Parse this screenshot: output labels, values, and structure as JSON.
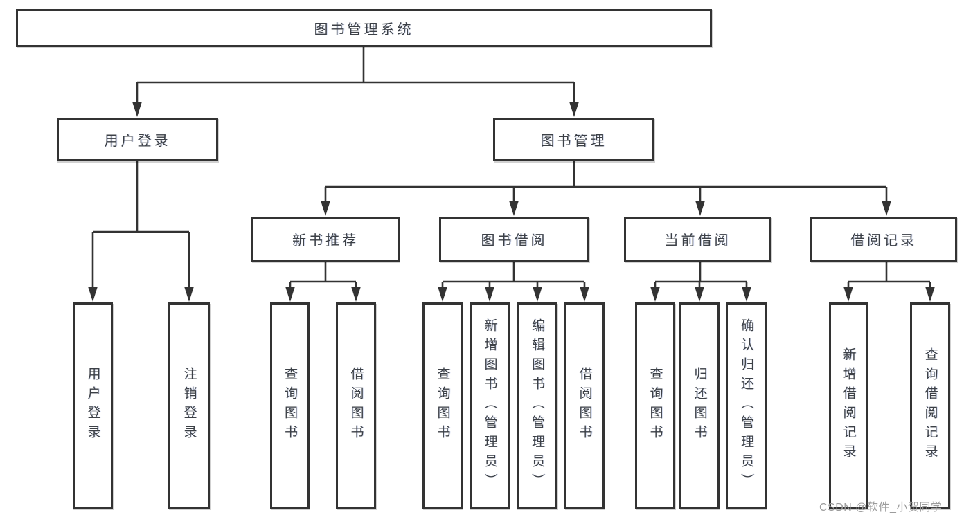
{
  "diagram_title": "图书管理系统",
  "tree": {
    "label": "图书管理系统",
    "children": [
      {
        "label": "用户登录",
        "children": [
          {
            "label": "用户登录"
          },
          {
            "label": "注销登录"
          }
        ]
      },
      {
        "label": "图书管理",
        "children": [
          {
            "label": "新书推荐",
            "children": [
              {
                "label": "查询图书"
              },
              {
                "label": "借阅图书"
              }
            ]
          },
          {
            "label": "图书借阅",
            "children": [
              {
                "label": "查询图书"
              },
              {
                "label": "新增图书（管理员）"
              },
              {
                "label": "编辑图书（管理员）"
              },
              {
                "label": "借阅图书"
              }
            ]
          },
          {
            "label": "当前借阅",
            "children": [
              {
                "label": "查询图书"
              },
              {
                "label": "归还图书"
              },
              {
                "label": "确认归还（管理员）"
              }
            ]
          },
          {
            "label": "借阅记录",
            "children": [
              {
                "label": "新增借阅记录"
              },
              {
                "label": "查询借阅记录"
              }
            ]
          }
        ]
      }
    ]
  },
  "watermark": "CSDN @软件_小贺同学",
  "colors": {
    "line": "#333333",
    "box_background": "#ffffff",
    "text": "#3c4046",
    "watermark": "#9c9c9c"
  }
}
